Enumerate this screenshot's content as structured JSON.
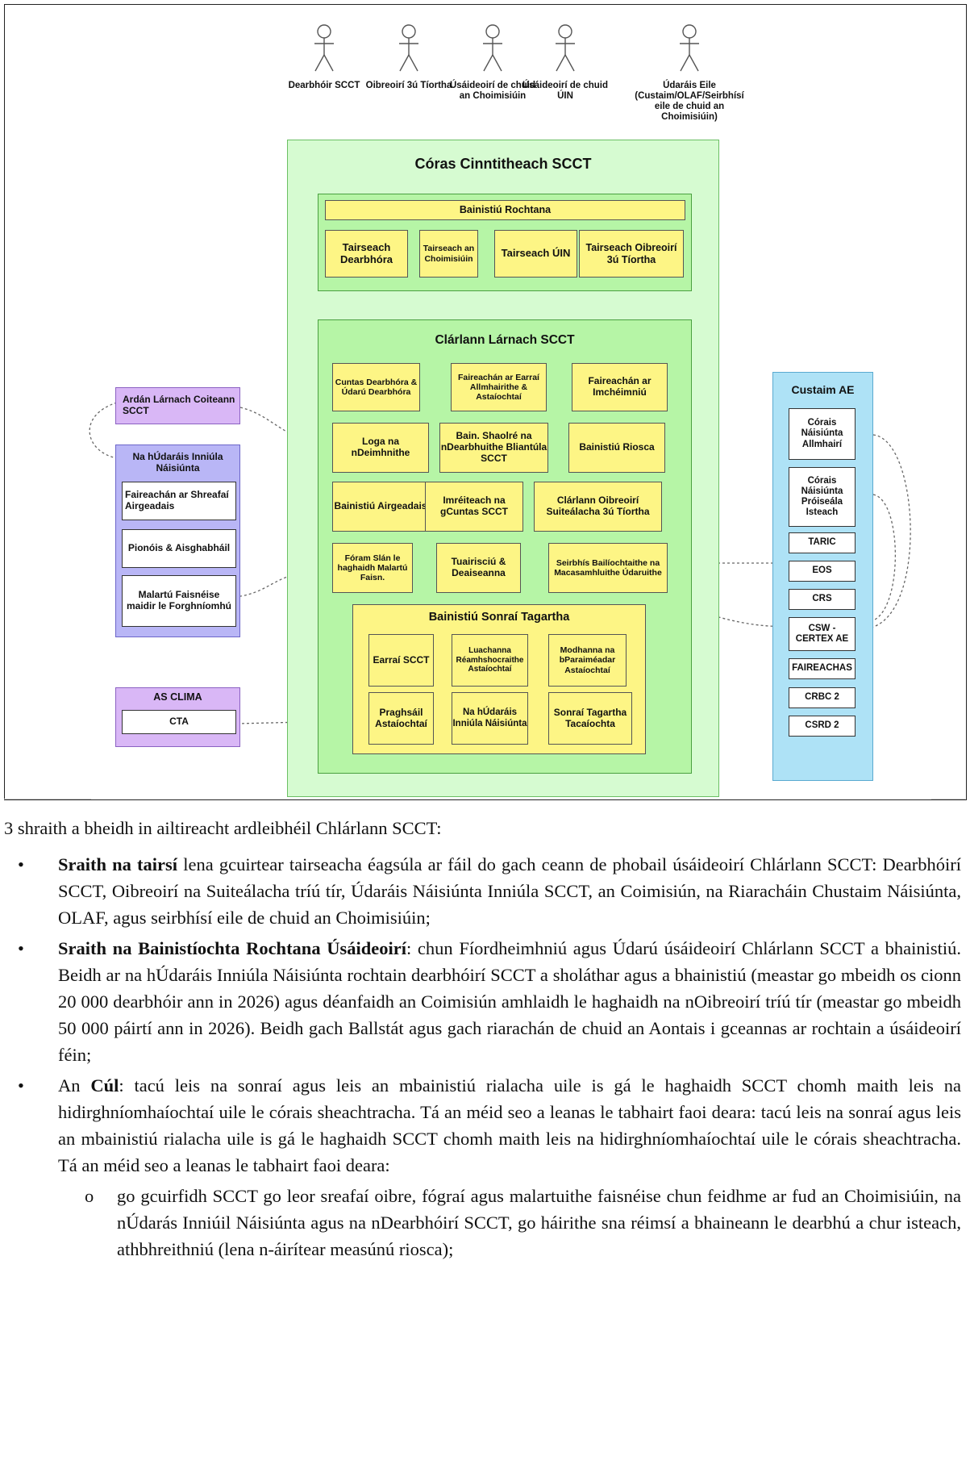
{
  "actors": [
    "Dearbhóir SCCT",
    "Oibreoirí 3ú Tíortha",
    "Úsáideoirí de chuid an Choimisiúin",
    "Úsáideoirí de chuid ÚIN",
    "Údaráis Eile (Custaim/OLAF/Seirbhísí eile de chuid an Choimisiúin)"
  ],
  "system": {
    "title": "Córas Cinntitheach SCCT",
    "access": {
      "title": "Bainistiú Rochtana",
      "portals": [
        "Tairseach Dearbhóra",
        "Tairseach an Choimisiúin",
        "Tairseach ÚIN",
        "Tairseach Oibreoirí 3ú Tíortha"
      ]
    },
    "registry": {
      "title": "Clárlann Lárnach SCCT",
      "modules": [
        "Cuntas Dearbhóra & Údarú Dearbhóra",
        "Faireachán ar Earraí Allmhairithe & Astaíochtaí",
        "Faireachán ar Imchéimniú",
        "Loga na nDeimhnithe",
        "Bain. Shaolré na nDearbhuithe Bliantúla SCCT",
        "Bainistiú Riosca",
        "Bainistiú Airgeadais",
        "Imréiteach na gCuntas SCCT",
        "Clárlann Oibreoirí Suiteálacha 3ú Tíortha",
        "Fóram Slán le haghaidh Malartú Faisn.",
        "Tuairisciú & Deaiseanna",
        "Seirbhís Bailíochtaithe na Macasamhluithe Údaruithe"
      ],
      "reference": {
        "title": "Bainistiú Sonraí Tagartha",
        "items": [
          "Earraí SCCT",
          "Luachanna Réamhshocraithe Astaíochtaí",
          "Modhanna na bParaiméadar Astaíochtaí",
          "Praghsáil Astaíochtaí",
          "Na hÚdaráis Inniúla Náisiúnta",
          "Sonraí Tagartha Tacaíochta"
        ]
      }
    }
  },
  "left": {
    "platform": "Ardán Lárnach Coiteann SCCT",
    "authorities_title": "Na hÚdaráis Inniúla Náisiúnta",
    "authorities_items": [
      "Faireachán ar Shreafaí Airgeadais",
      "Pionóis & Aisghabháil",
      "Malartú Faisnéise maidir le Forghníomhú"
    ],
    "clima_title": "AS CLIMA",
    "clima_item": "CTA"
  },
  "right": {
    "title": "Custaim AE",
    "items": [
      "Córais Náisiúnta Allmhairí",
      "Córais Náisiúnta Próiseála Isteach",
      "TARIC",
      "EOS",
      "CRS",
      "CSW - CERTEX AE",
      "FAIREACHAS",
      "CRBC 2",
      "CSRD 2"
    ]
  },
  "text": {
    "intro": "3 shraith a bheidh in ailtireacht ardleibhéil Chlárlann SCCT:",
    "bullets": [
      {
        "bold": "Sraith na tairsí",
        "rest": " lena gcuirtear tairseacha éagsúla ar fáil do gach ceann de phobail úsáideoirí Chlárlann SCCT: Dearbhóirí SCCT, Oibreoirí na Suiteálacha tríú tír, Údaráis Náisiúnta Inniúla SCCT, an Coimisiún, na Riaracháin Chustaim Náisiúnta, OLAF, agus seirbhísí eile de chuid an Choimisiúin;"
      },
      {
        "bold": "Sraith na Bainistíochta Rochtana Úsáideoirí",
        "rest": ": chun Fíordheimhniú agus Údarú úsáideoirí Chlárlann SCCT a bhainistiú. Beidh ar na hÚdaráis Inniúla Náisiúnta rochtain dearbhóirí SCCT a sholáthar agus a bhainistiú (meastar go mbeidh os cionn 20 000 dearbhóir ann in 2026) agus déanfaidh an Coimisiún amhlaidh le haghaidh na nOibreoirí tríú tír (meastar go mbeidh 50 000 páirtí ann in 2026). Beidh gach Ballstát agus gach riarachán de chuid an Aontais i gceannas ar rochtain a úsáideoirí féin;"
      },
      {
        "pre": "An ",
        "bold": "Cúl",
        "rest": ": tacú leis na sonraí agus leis an mbainistiú rialacha uile is gá le haghaidh SCCT chomh maith leis na hidirghníomhaíochtaí uile le córais sheachtracha. Tá an méid seo a leanas le tabhairt faoi deara: tacú leis na sonraí agus leis an mbainistiú rialacha uile is gá le haghaidh SCCT chomh maith leis na hidirghníomhaíochtaí uile le córais sheachtracha. Tá an méid seo a leanas le tabhairt faoi deara:"
      }
    ],
    "sub_bullet": "go gcuirfidh SCCT go leor sreafaí oibre, fógraí agus malartuithe faisnéise chun feidhme ar fud an Choimisiúin, na nÚdarás Inniúil Náisiúnta agus na nDearbhóirí SCCT, go háirithe sna réimsí a bhaineann le dearbhú a chur isteach, athbhreithniú (lena n-áirítear measúnú riosca);"
  }
}
